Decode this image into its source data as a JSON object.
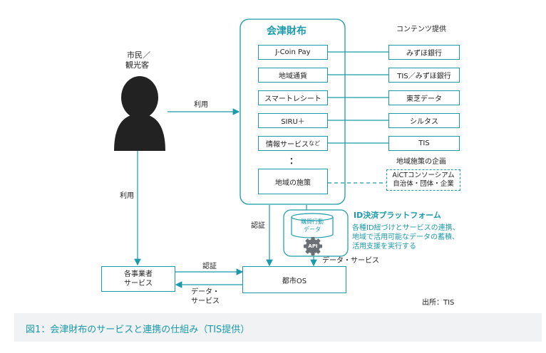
{
  "platform": {
    "title": "会津財布"
  },
  "services": [
    "J-Coin Pay",
    "地域通貨",
    "スマートレシート",
    "SIRU＋",
    "情報サービス",
    "地域の施策"
  ],
  "services_suffix": "など",
  "ellipsis": "：",
  "providers_header": "コンテンツ提供",
  "providers": [
    "みずほ銀行",
    "TIS／みずほ銀行",
    "東芝データ",
    "シルタス",
    "TIS"
  ],
  "region_planning": {
    "header": "地域施策の企画",
    "line1": "AiCTコンソーシアム",
    "line2": "自治体・団体・企業"
  },
  "user": {
    "line1": "市民／",
    "line2": "観光客"
  },
  "labels": {
    "use_top": "利用",
    "use_left": "利用",
    "auth_left": "認証",
    "auth_center": "認証",
    "data_service_left_1": "データ・",
    "data_service_left_2": "サービス",
    "data_service_right": "データ・サービス"
  },
  "business": {
    "line1": "各事業者",
    "line2": "サービス"
  },
  "city_os": {
    "label": "都市OS"
  },
  "id_platform": {
    "db_line1": "購買行動",
    "db_line2": "データ",
    "api": "API",
    "title": "ID決済プラットフォーム",
    "desc1": "各種ID紐づけとサービスの連携、",
    "desc2": "地域で活用可能なデータの蓄積、",
    "desc3": "活用支援を実行する"
  },
  "source": "出所：TIS",
  "caption": "図1：会津財布のサービスと連携の仕組み（TIS提供）",
  "colors": {
    "accent": "#1a9aaa",
    "text": "#222222",
    "caption_bg": "#f1f2f4"
  }
}
